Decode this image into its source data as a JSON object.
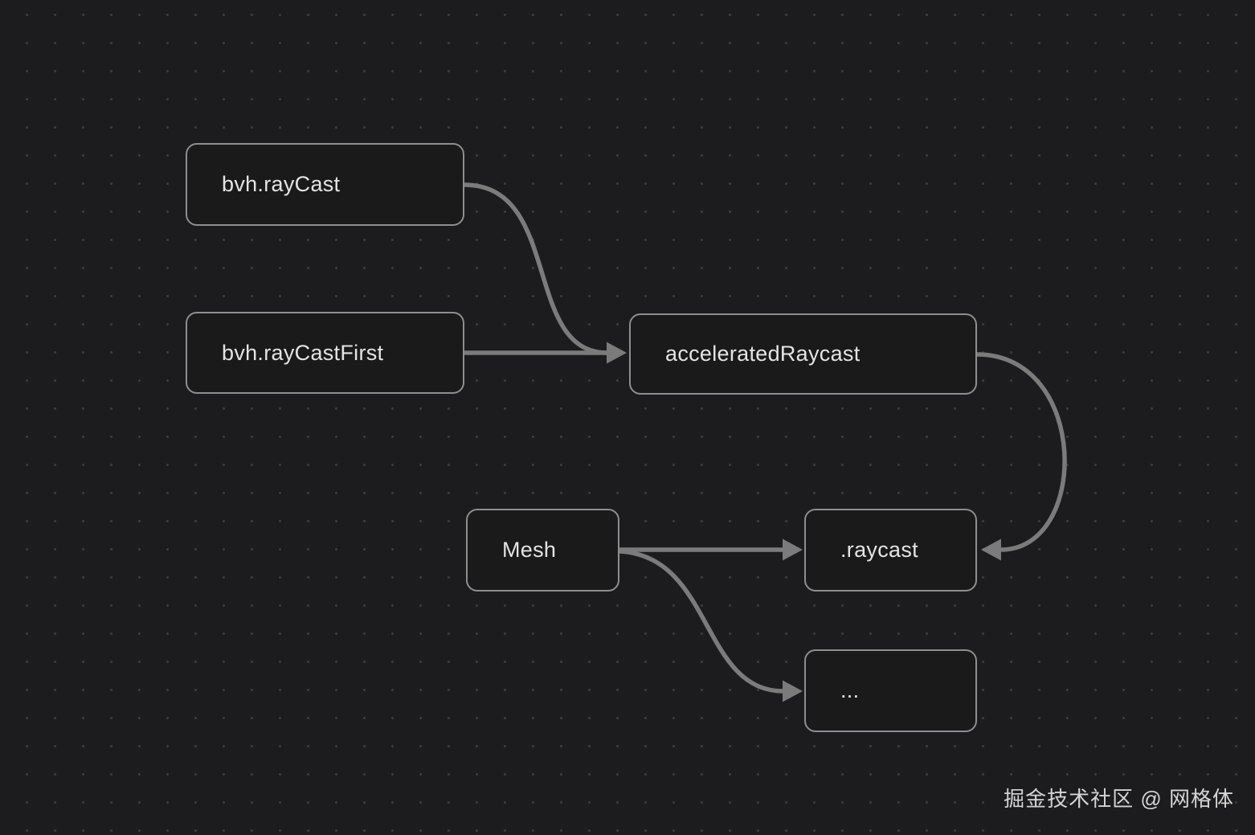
{
  "diagram": {
    "nodes": [
      {
        "id": "bvh-raycast",
        "label": "bvh.rayCast"
      },
      {
        "id": "bvh-raycast-first",
        "label": "bvh.rayCastFirst"
      },
      {
        "id": "accelerated-raycast",
        "label": "acceleratedRaycast"
      },
      {
        "id": "mesh",
        "label": "Mesh"
      },
      {
        "id": "raycast-method",
        "label": ".raycast"
      },
      {
        "id": "ellipsis",
        "label": "..."
      }
    ],
    "edges": [
      {
        "from": "bvh.rayCast",
        "to": "acceleratedRaycast"
      },
      {
        "from": "bvh.rayCastFirst",
        "to": "acceleratedRaycast"
      },
      {
        "from": "acceleratedRaycast",
        "to": ".raycast"
      },
      {
        "from": "Mesh",
        "to": ".raycast"
      },
      {
        "from": "Mesh",
        "to": "..."
      }
    ]
  },
  "watermark": {
    "text": "掘金技术社区 @ 网格体"
  },
  "theme": {
    "canvas_bg": "#1c1c1e",
    "dot_color": "#3a3a3c",
    "node_fill": "#1a1a1b",
    "node_border": "#8e8e8e",
    "edge_color": "#7b7b7b",
    "label_color": "#e4e4e4",
    "watermark_color": "#d4d4d4"
  }
}
